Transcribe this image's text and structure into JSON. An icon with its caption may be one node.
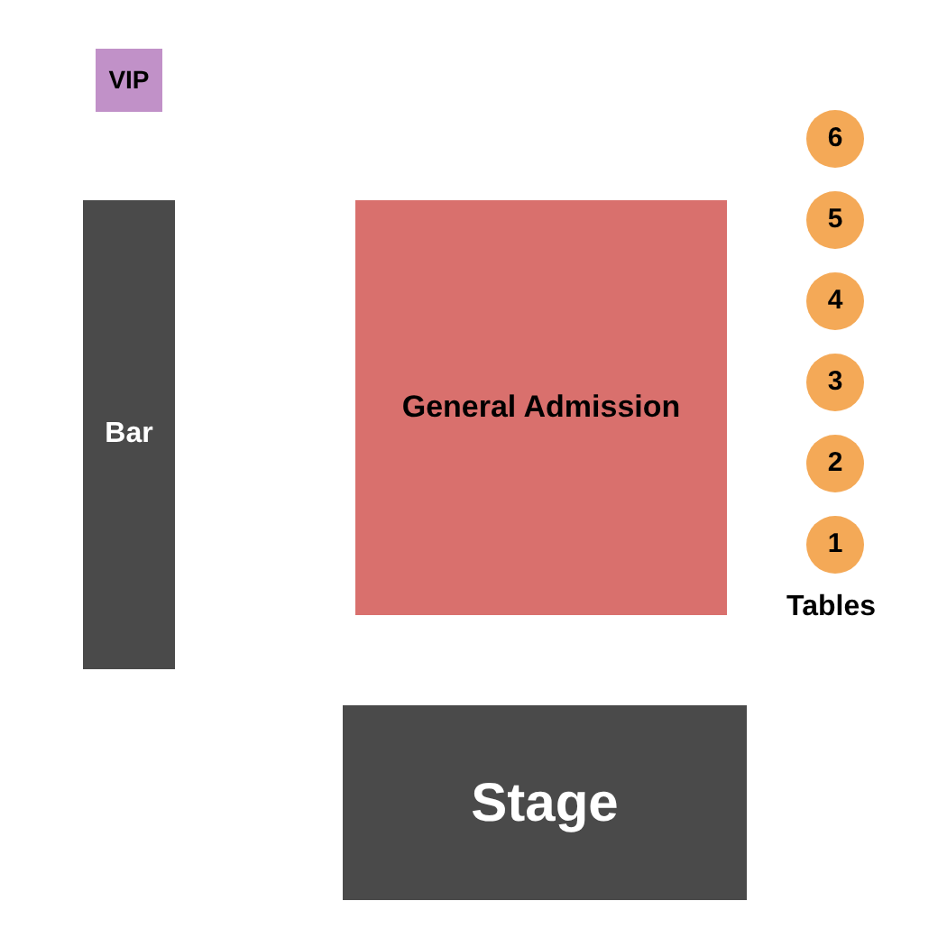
{
  "diagram": {
    "nodes": [
      {
        "text": [
          "VIP"
        ]
      },
      {
        "text": [
          "Bar"
        ]
      },
      {
        "text": [
          "General Admission"
        ]
      },
      {
        "text": [
          "6"
        ]
      },
      {
        "text": [
          "5"
        ]
      },
      {
        "text": [
          "4"
        ]
      },
      {
        "text": [
          "3"
        ]
      },
      {
        "text": [
          "2"
        ]
      },
      {
        "text": [
          "1"
        ]
      },
      {
        "text": [
          "Stage"
        ]
      }
    ],
    "labels": [
      "Tables"
    ]
  }
}
